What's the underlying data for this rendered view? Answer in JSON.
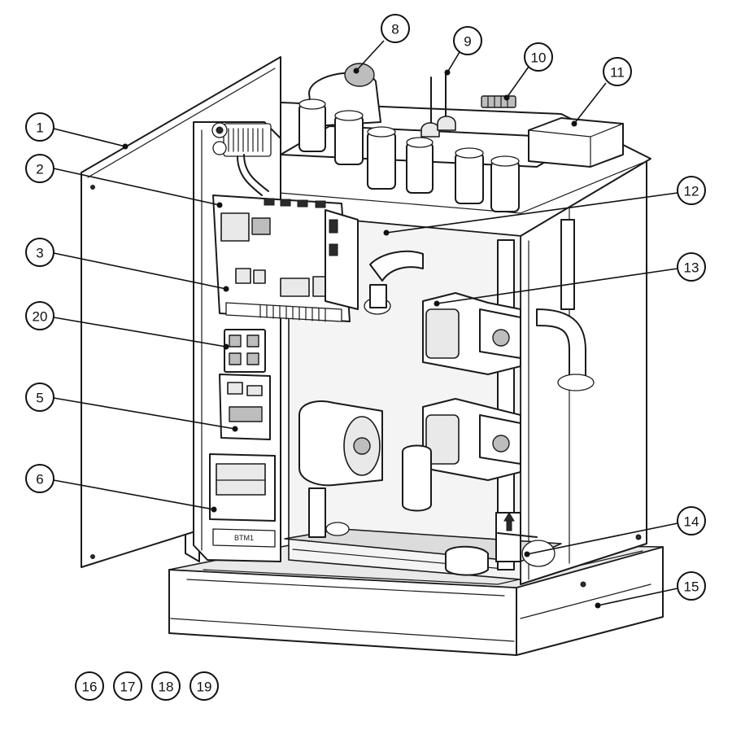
{
  "callouts": [
    {
      "id": "c1",
      "label": "1"
    },
    {
      "id": "c2",
      "label": "2"
    },
    {
      "id": "c3",
      "label": "3"
    },
    {
      "id": "c20",
      "label": "20"
    },
    {
      "id": "c5",
      "label": "5"
    },
    {
      "id": "c6",
      "label": "6"
    },
    {
      "id": "c8",
      "label": "8"
    },
    {
      "id": "c9",
      "label": "9"
    },
    {
      "id": "c10",
      "label": "10"
    },
    {
      "id": "c11",
      "label": "11"
    },
    {
      "id": "c12",
      "label": "12"
    },
    {
      "id": "c13",
      "label": "13"
    },
    {
      "id": "c14",
      "label": "14"
    },
    {
      "id": "c15",
      "label": "15"
    },
    {
      "id": "c16",
      "label": "16"
    },
    {
      "id": "c17",
      "label": "17"
    },
    {
      "id": "c18",
      "label": "18"
    },
    {
      "id": "c19",
      "label": "19"
    }
  ],
  "nameplate": {
    "text": "BTM1"
  }
}
